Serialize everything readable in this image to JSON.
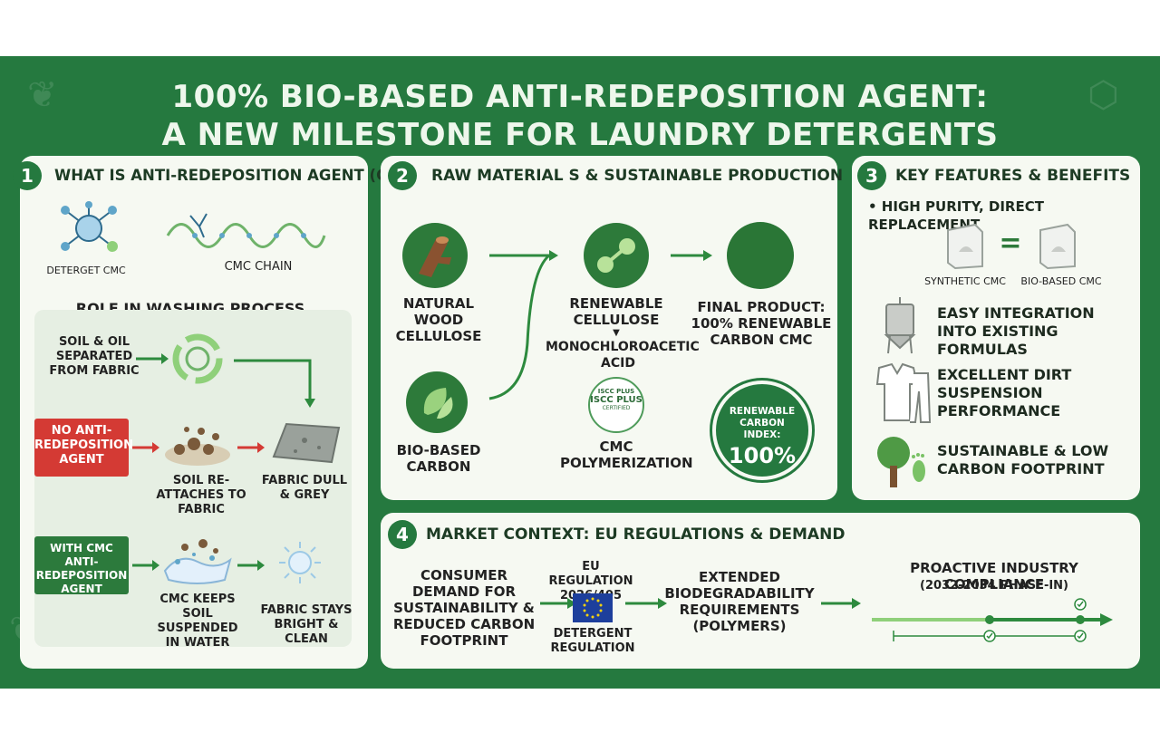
{
  "title": {
    "line1": "100% BIO-BASED ANTI-REDEPOSITION AGENT:",
    "line2": "A NEW MILESTONE FOR LAUNDRY DETERGENTS"
  },
  "section1": {
    "number": "1",
    "heading": "WHAT IS ANTI-REDEPOSITION AGENT (CMC)?",
    "molecule_label": "DETERGET CMC",
    "chain_label": "CMC CHAIN",
    "role_heading": "ROLE IN WASHING PROCESS",
    "soil_separated": "SOIL & OIL SEPARATED FROM FABRIC",
    "no_agent": "NO ANTI-REDEPOSITION AGENT",
    "soil_reattaches": "SOIL RE-ATTACHES TO FABRIC",
    "fabric_dull": "FABRIC DULL & GREY",
    "with_cmc": "WITH CMC ANTI-REDEPOSITION AGENT",
    "cmc_keeps": "CMC KEEPS SOIL SUSPENDED IN WATER",
    "fabric_bright": "FABRIC STAYS BRIGHT & CLEAN"
  },
  "section2": {
    "number": "2",
    "heading": "RAW MATERIAL S & SUSTAINABLE PRODUCTION",
    "wood": "NATURAL WOOD CELLULOSE",
    "carbon": "BIO-BASED CARBON",
    "renewable_cellulose": "RENEWABLE CELLULOSE",
    "mca": "MONOCHLOROACETIC ACID",
    "iscc_line1": "ISCC PLUS",
    "iscc_line2": "ISCC PLUS",
    "iscc_line3": "CERTIFIED",
    "polymerization": "CMC POLYMERIZATION",
    "final_product": "FINAL PRODUCT: 100% RENEWABLE CARBON CMC",
    "index_label": "RENEWABLE CARBON INDEX:",
    "index_value": "100%"
  },
  "section3": {
    "number": "3",
    "heading": "KEY FEATURES & BENEFITS",
    "bullet": "• HIGH PURITY, DIRECT REPLACEMENT",
    "synthetic": "SYNTHETIC CMC",
    "equals": "=",
    "biobased": "BIO-BASED CMC",
    "feature1": "EASY INTEGRATION INTO EXISTING FORMULAS",
    "feature2": "EXCELLENT DIRT SUSPENSION PERFORMANCE",
    "feature3": "SUSTAINABLE & LOW CARBON FOOTPRINT"
  },
  "section4": {
    "number": "4",
    "heading": "MARKET CONTEXT: EU REGULATIONS & DEMAND",
    "consumer": "CONSUMER DEMAND FOR SUSTAINABILITY & REDUCED CARBON FOOTPRINT",
    "eu_reg": "EU REGULATION 2026/405",
    "detergent_reg": "DETERGENT REGULATION",
    "extended": "EXTENDED BIODEGRADABILITY REQUIREMENTS (POLYMERS)",
    "proactive": "PROACTIVE INDUSTRY COMPLIANCE",
    "phase_in": "(2032-2034 PHASE-IN)"
  },
  "colors": {
    "frame_green": "#25793f",
    "panel_bg": "#f6f9f2",
    "accent_red": "#d43a34",
    "eu_blue": "#1d3f9c",
    "light_green": "#8fd07a"
  }
}
